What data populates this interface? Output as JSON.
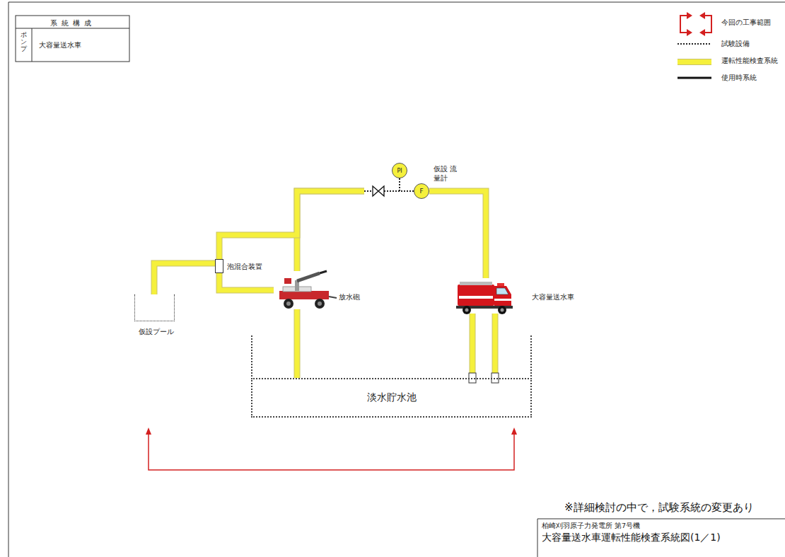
{
  "diagram": {
    "title": "大容量送水車運転性能検査系統図(1／1)",
    "nodes": [
      {
        "text": [
          "仮設プール"
        ]
      },
      {
        "text": [
          "泡混合装置"
        ]
      },
      {
        "text": [
          "放水砲"
        ]
      },
      {
        "text": [
          "PI"
        ]
      },
      {
        "text": [
          "F",
          "仮設 流量計"
        ]
      },
      {
        "text": [
          "大容量送水車"
        ]
      },
      {
        "text": [
          "淡水貯水池"
        ]
      }
    ],
    "edges": [
      {
        "from": 6,
        "to": 5,
        "arrow": "none"
      },
      {
        "from": 6,
        "to": 5,
        "arrow": "none"
      },
      {
        "from": 5,
        "to": 4,
        "arrow": "none"
      },
      {
        "from": 3,
        "to": 4,
        "arrow": "none"
      },
      {
        "from": 4,
        "to": 2,
        "arrow": "none"
      },
      {
        "from": 4,
        "to": 1,
        "arrow": "none"
      },
      {
        "from": 1,
        "to": 2,
        "arrow": "none"
      },
      {
        "from": 0,
        "to": 1,
        "arrow": "none"
      },
      {
        "from": 2,
        "to": 6,
        "arrow": "none"
      }
    ],
    "labels": [
      "系統構成",
      "ポンプ",
      "大容量送水車",
      "※詳細検討の中で，試験系統の変更あり",
      "柏崎刈羽原子力発電所 第7号機"
    ],
    "legend": [
      {
        "text": "今回の工事範囲"
      },
      {
        "text": "試験設備"
      },
      {
        "text": "運転性能検査系統",
        "color": "#f5f03c"
      },
      {
        "text": "使用時系統"
      }
    ]
  }
}
